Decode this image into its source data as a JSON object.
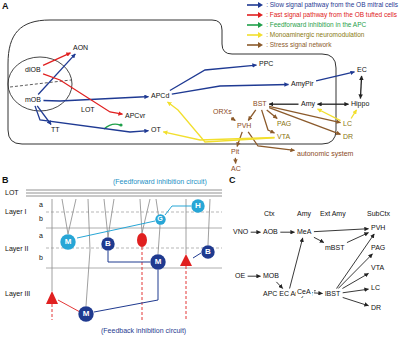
{
  "diagram": {
    "nodes": [
      {
        "text": [
          "dlOB"
        ]
      },
      {
        "text": [
          "mOB"
        ]
      },
      {
        "text": [
          "AON"
        ]
      },
      {
        "text": [
          "TT"
        ]
      },
      {
        "text": [
          "APCd"
        ]
      },
      {
        "text": [
          "APCvr"
        ]
      },
      {
        "text": [
          "OT"
        ]
      },
      {
        "text": [
          "PPC"
        ]
      },
      {
        "text": [
          "AmyPir"
        ]
      },
      {
        "text": [
          "EC"
        ]
      },
      {
        "text": [
          "Amy"
        ]
      },
      {
        "text": [
          "Hippo"
        ]
      },
      {
        "text": [
          "BST"
        ]
      },
      {
        "text": [
          "ORXs"
        ]
      },
      {
        "text": [
          "PVH"
        ]
      },
      {
        "text": [
          "Pit"
        ]
      },
      {
        "text": [
          "AC"
        ]
      },
      {
        "text": [
          "LC"
        ]
      },
      {
        "text": [
          "DR"
        ]
      },
      {
        "text": [
          "PAG"
        ]
      },
      {
        "text": [
          "VTA"
        ]
      },
      {
        "text": [
          "autonomic system"
        ]
      },
      {
        "text": [
          "H"
        ]
      },
      {
        "text": [
          "G"
        ]
      },
      {
        "text": [
          "M"
        ]
      },
      {
        "text": [
          "B"
        ]
      },
      {
        "text": [
          "M"
        ]
      },
      {
        "text": [
          "B"
        ]
      },
      {
        "text": [
          "M"
        ]
      },
      {
        "text": [
          "VNO"
        ]
      },
      {
        "text": [
          "AOB"
        ]
      },
      {
        "text": [
          "MeA"
        ]
      },
      {
        "text": [
          "mBST"
        ]
      },
      {
        "text": [
          "PVH"
        ]
      },
      {
        "text": [
          "PAG"
        ]
      },
      {
        "text": [
          "VTA"
        ]
      },
      {
        "text": [
          "LC"
        ]
      },
      {
        "text": [
          "DR"
        ]
      },
      {
        "text": [
          "OE"
        ]
      },
      {
        "text": [
          "MOB"
        ]
      },
      {
        "text": [
          "APC EC AmyPir"
        ]
      },
      {
        "text": [
          "CeA"
        ]
      },
      {
        "text": [
          "lBST"
        ]
      }
    ],
    "edges": [
      {
        "from": 1,
        "to": 2,
        "arrow": "to"
      },
      {
        "from": 1,
        "to": 3,
        "arrow": "to"
      },
      {
        "from": 1,
        "to": 4,
        "arrow": "to"
      },
      {
        "from": 1,
        "to": 6,
        "arrow": "to"
      },
      {
        "from": 0,
        "to": 2,
        "arrow": "to"
      },
      {
        "from": 0,
        "to": 5,
        "arrow": "to"
      },
      {
        "from": 4,
        "to": 7,
        "arrow": "to"
      },
      {
        "from": 4,
        "to": 8,
        "arrow": "to"
      },
      {
        "from": 8,
        "to": 9,
        "arrow": "to"
      },
      {
        "from": 9,
        "to": 11,
        "arrow": "both"
      },
      {
        "from": 10,
        "to": 11,
        "arrow": "both"
      },
      {
        "from": 10,
        "to": 12,
        "arrow": "to"
      },
      {
        "from": 12,
        "to": 14,
        "arrow": "to"
      },
      {
        "from": 13,
        "to": 14,
        "arrow": "to"
      },
      {
        "from": 14,
        "to": 15,
        "arrow": "to"
      },
      {
        "from": 15,
        "to": 16,
        "arrow": "to"
      },
      {
        "from": 12,
        "to": 19,
        "arrow": "to"
      },
      {
        "from": 12,
        "to": 20,
        "arrow": "to"
      },
      {
        "from": 12,
        "to": 17,
        "arrow": "to"
      },
      {
        "from": 12,
        "to": 18,
        "arrow": "to"
      },
      {
        "from": 14,
        "to": 21,
        "arrow": "to"
      },
      {
        "from": 20,
        "to": 6,
        "arrow": "to"
      },
      {
        "from": 20,
        "to": 4,
        "arrow": "to"
      },
      {
        "from": 17,
        "to": 10,
        "arrow": "to"
      },
      {
        "from": 17,
        "to": 11,
        "arrow": "to"
      },
      {
        "from": 29,
        "to": 30,
        "arrow": "to"
      },
      {
        "from": 30,
        "to": 31,
        "arrow": "to"
      },
      {
        "from": 31,
        "to": 32,
        "arrow": "to"
      },
      {
        "from": 31,
        "to": 33,
        "arrow": "to"
      },
      {
        "from": 32,
        "to": 33,
        "arrow": "to"
      },
      {
        "from": 38,
        "to": 39,
        "arrow": "to"
      },
      {
        "from": 39,
        "to": 40,
        "arrow": "to"
      },
      {
        "from": 40,
        "to": 31,
        "arrow": "to"
      },
      {
        "from": 40,
        "to": 41,
        "arrow": "to"
      },
      {
        "from": 41,
        "to": 42,
        "arrow": "to"
      },
      {
        "from": 42,
        "to": 33,
        "arrow": "to"
      },
      {
        "from": 42,
        "to": 34,
        "arrow": "to"
      },
      {
        "from": 42,
        "to": 35,
        "arrow": "to"
      },
      {
        "from": 42,
        "to": 36,
        "arrow": "to"
      },
      {
        "from": 42,
        "to": 37,
        "arrow": "to"
      }
    ],
    "labels": [
      "A",
      "LOT",
      "B",
      "(Feedforward inhibition circuit)",
      "LOT",
      "Layer I",
      "a",
      "b",
      "Layer II",
      "a",
      "b",
      "Layer III",
      "(Feedback inhibition circuit)",
      "C",
      "Ctx",
      "Amy",
      "Ext Amy",
      "SubCtx"
    ],
    "legend": [
      {
        "text": ": Slow signal pathway from the OB mitral cells",
        "color": "#1f3a93"
      },
      {
        "text": ": Fast signal pathway from the OB tufted cells",
        "color": "#e02020"
      },
      {
        "text": ": Feedforward inhibition in the APC",
        "color": "#1fa04a"
      },
      {
        "text": ": Monoaminergic neuromodulation",
        "color": "#f2df2e"
      },
      {
        "text": ": Stress signal network",
        "color": "#8b5a2b"
      }
    ]
  }
}
